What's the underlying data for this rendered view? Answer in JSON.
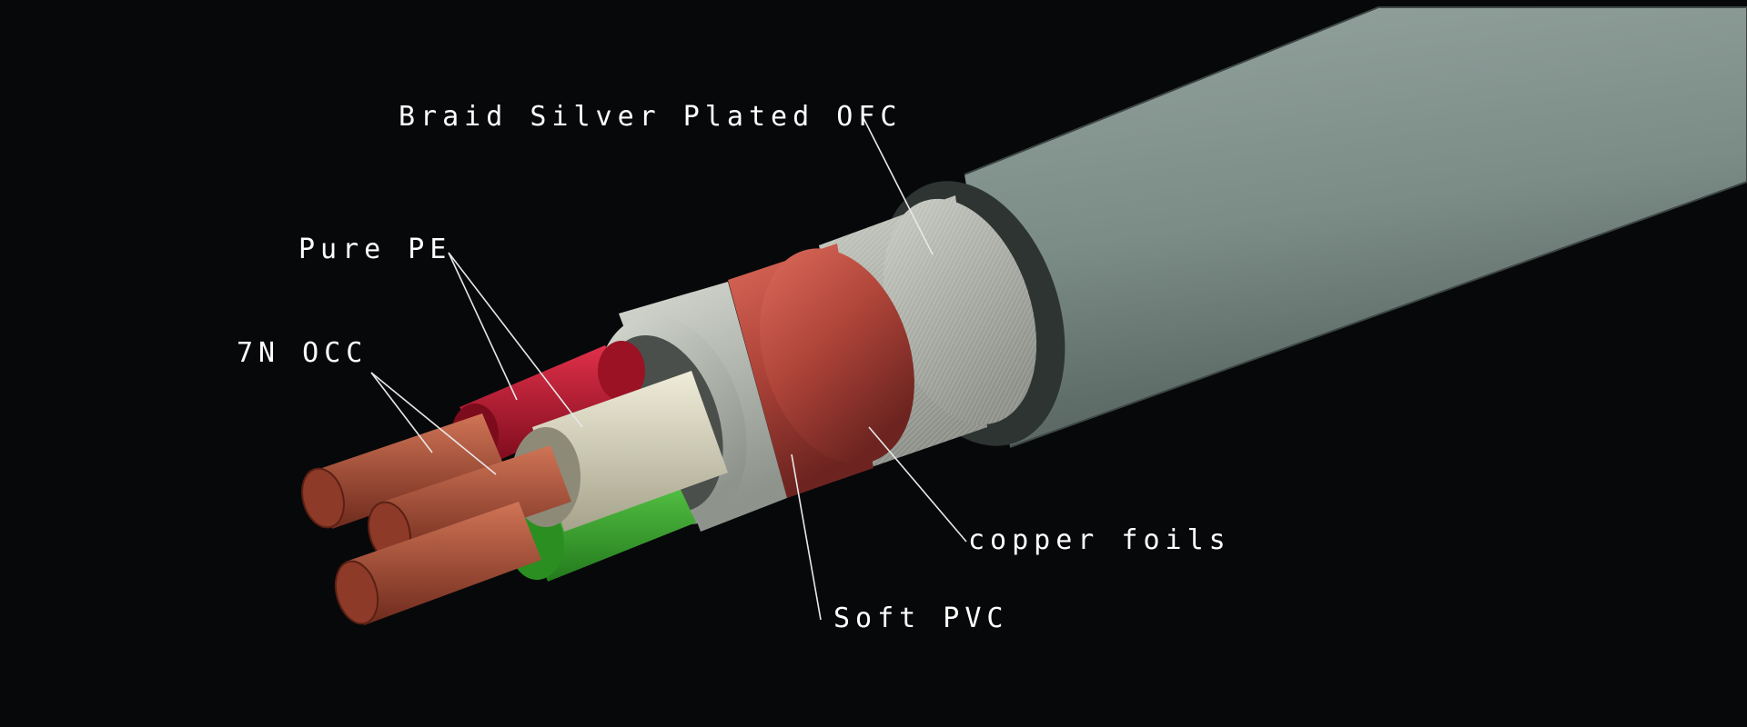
{
  "labels": {
    "braid": "Braid Silver Plated OFC",
    "pure_pe": "Pure PE",
    "occ": "7N OCC",
    "copper_foils": "copper foils",
    "soft_pvc": "Soft PVC"
  },
  "colors": {
    "background": "#07080a",
    "jacket": "#7f8f8a",
    "braid": "#b9bcb3",
    "copper_foil": "#b84a3e",
    "soft_pvc": "#c9cdc5",
    "insulation_red": "#b8142a",
    "insulation_cream": "#d9d6bf",
    "insulation_green": "#3cb830",
    "conductor": "#a64a32",
    "label_text": "#ffffff",
    "leader_line": "#e8e8e8"
  }
}
